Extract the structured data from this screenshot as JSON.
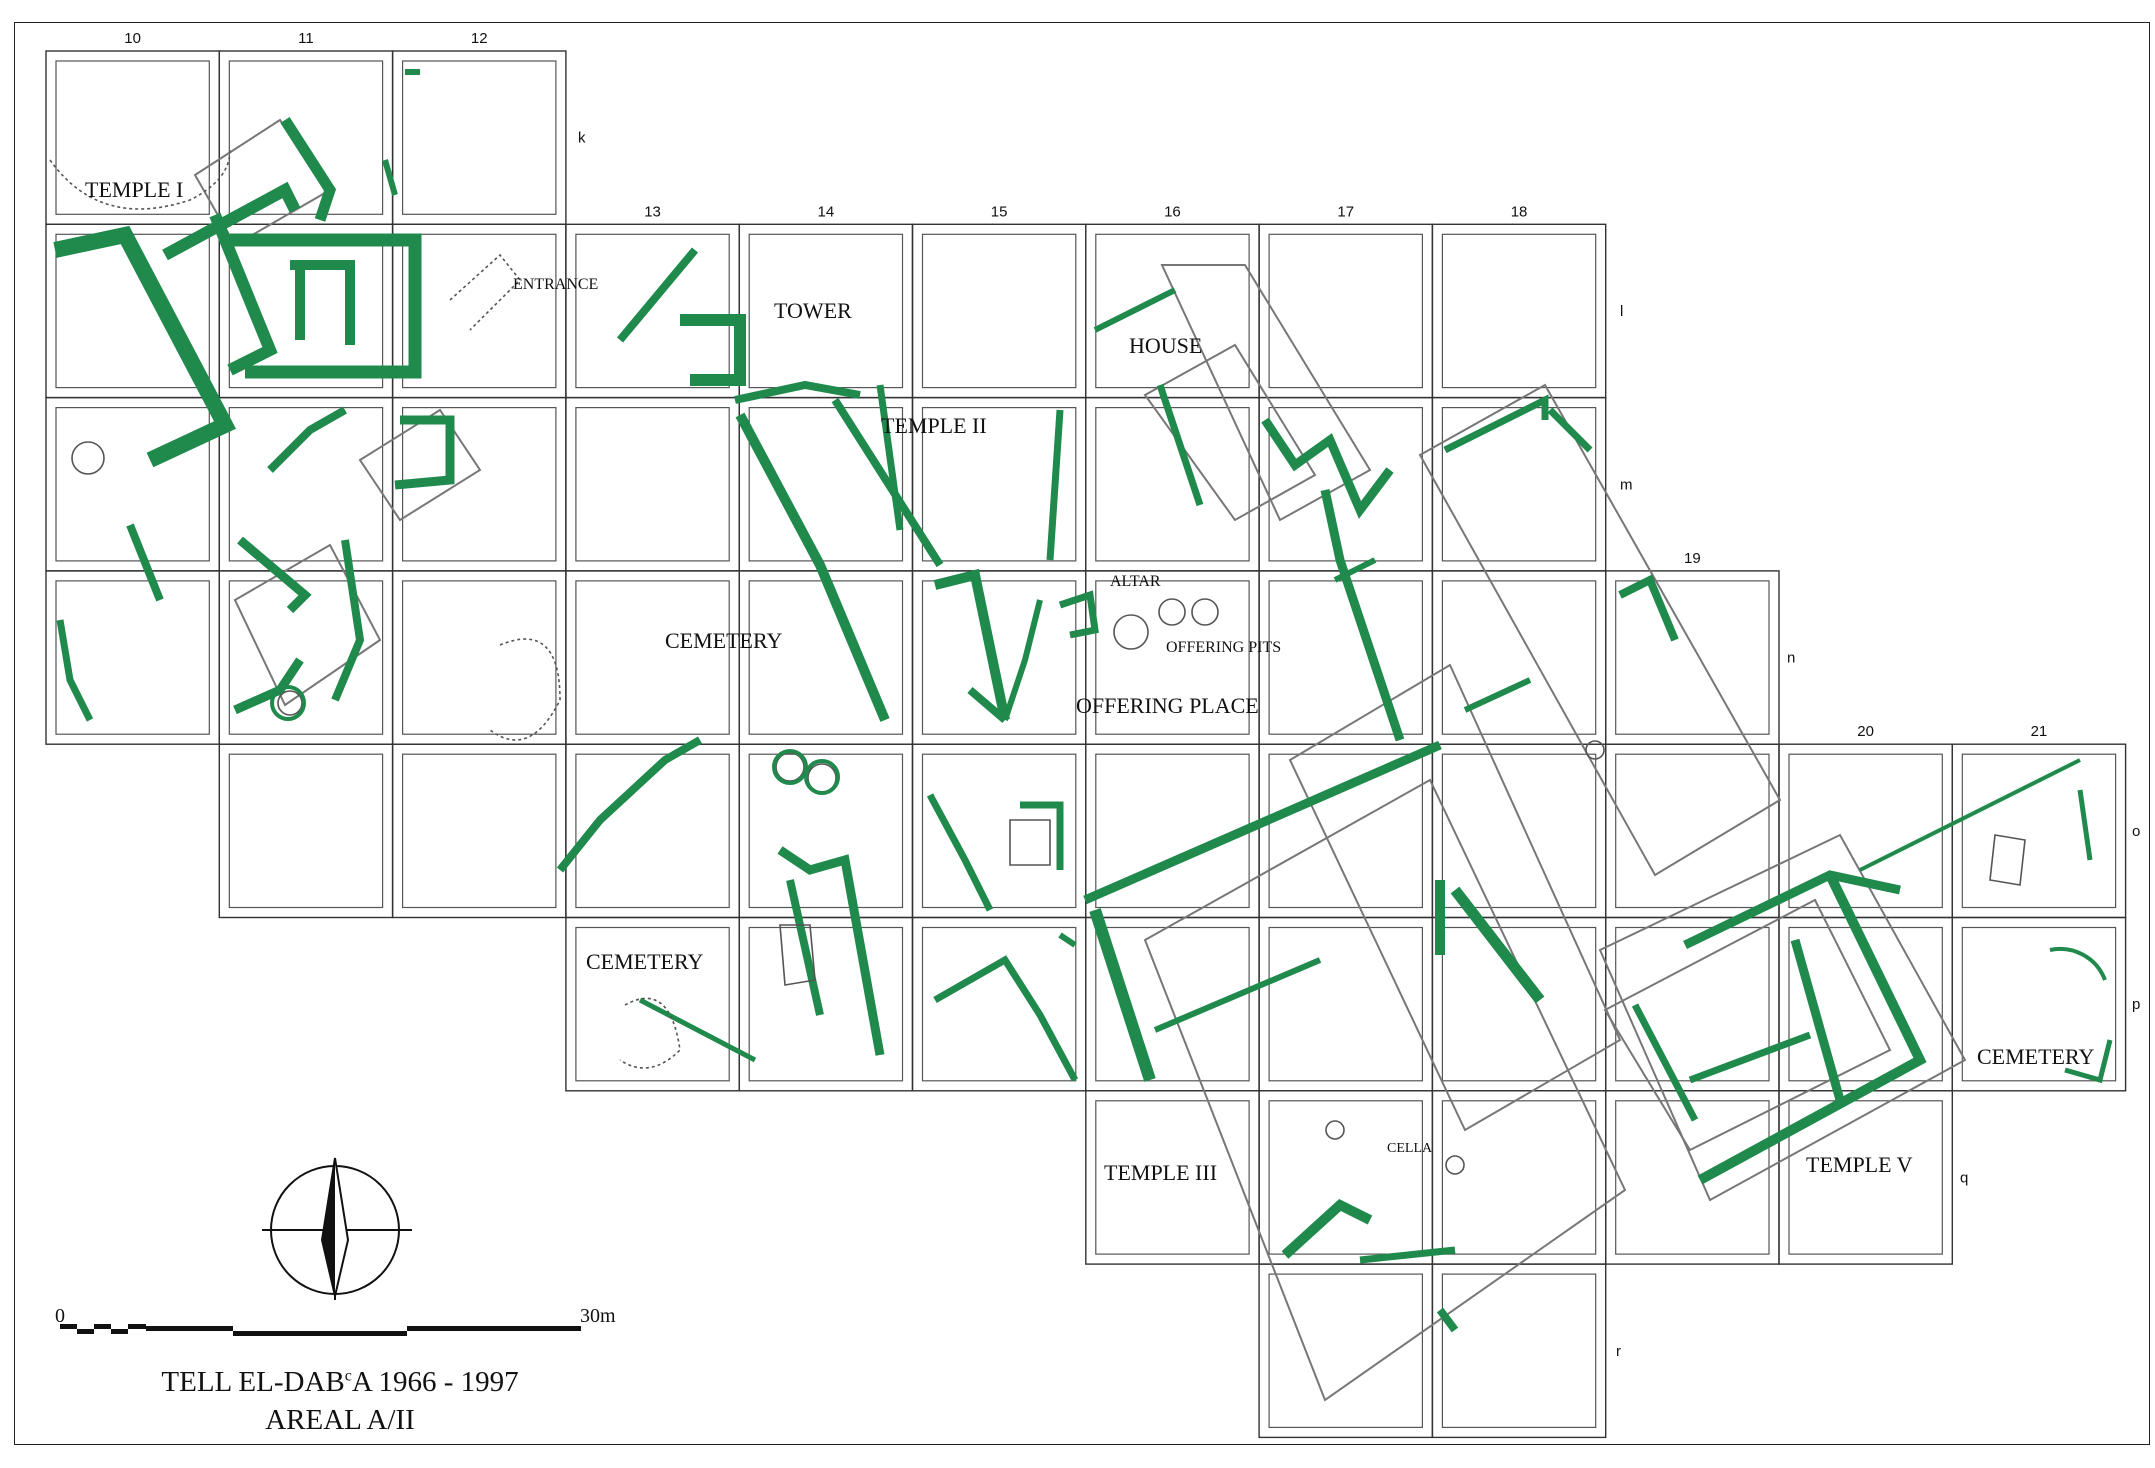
{
  "colors": {
    "wall": "#1f8a4c",
    "line": "#333333",
    "outline": "#777777"
  },
  "column_numbers": [
    "10",
    "11",
    "12",
    "13",
    "14",
    "15",
    "16",
    "17",
    "18",
    "19",
    "20",
    "21"
  ],
  "row_letters": [
    "k",
    "l",
    "m",
    "n",
    "o",
    "p",
    "q",
    "r"
  ],
  "labels": {
    "temple_1": "TEMPLE I",
    "entrance": "ENTRANCE",
    "tower": "TOWER",
    "house": "HOUSE",
    "temple_2": "TEMPLE II",
    "altar": "ALTAR",
    "offering_pits": "OFFERING PITS",
    "offering_place": "OFFERING PLACE",
    "cemetery_1": "CEMETERY",
    "cemetery_2": "CEMETERY",
    "cemetery_3": "CEMETERY",
    "temple_3": "TEMPLE III",
    "cella": "CELLA",
    "temple_5": "TEMPLE V"
  },
  "scale": {
    "start": "0",
    "end": "30m"
  },
  "title": {
    "line1_a": "TELL EL-DAB",
    "line1_sup": "c",
    "line1_b": "A 1966 - 1997",
    "line2": "AREAL A/II"
  },
  "north_arrow": "north-arrow-icon"
}
